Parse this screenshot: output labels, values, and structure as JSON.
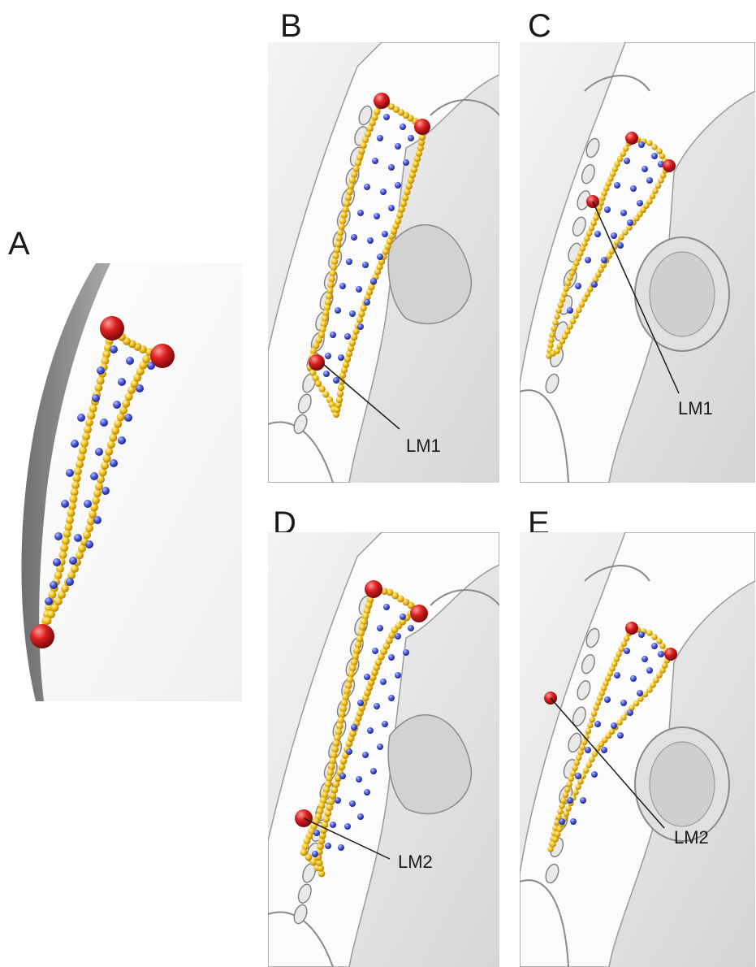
{
  "figure": {
    "panels": [
      {
        "id": "A",
        "letter": "A"
      },
      {
        "id": "B",
        "letter": "B",
        "landmark_label": "LM1"
      },
      {
        "id": "C",
        "letter": "C",
        "landmark_label": "LM1"
      },
      {
        "id": "D",
        "letter": "D",
        "landmark_label": "LM2"
      },
      {
        "id": "E",
        "letter": "E",
        "landmark_label": "LM2"
      }
    ],
    "colors": {
      "landmark": "#d81e1e",
      "curve_semilandmark": "#f2c21b",
      "surface_semilandmark": "#3f51d6",
      "bone": "#e6e6e6",
      "bone_shadow": "#8d8d8d",
      "line": "#1a1a1a"
    }
  }
}
